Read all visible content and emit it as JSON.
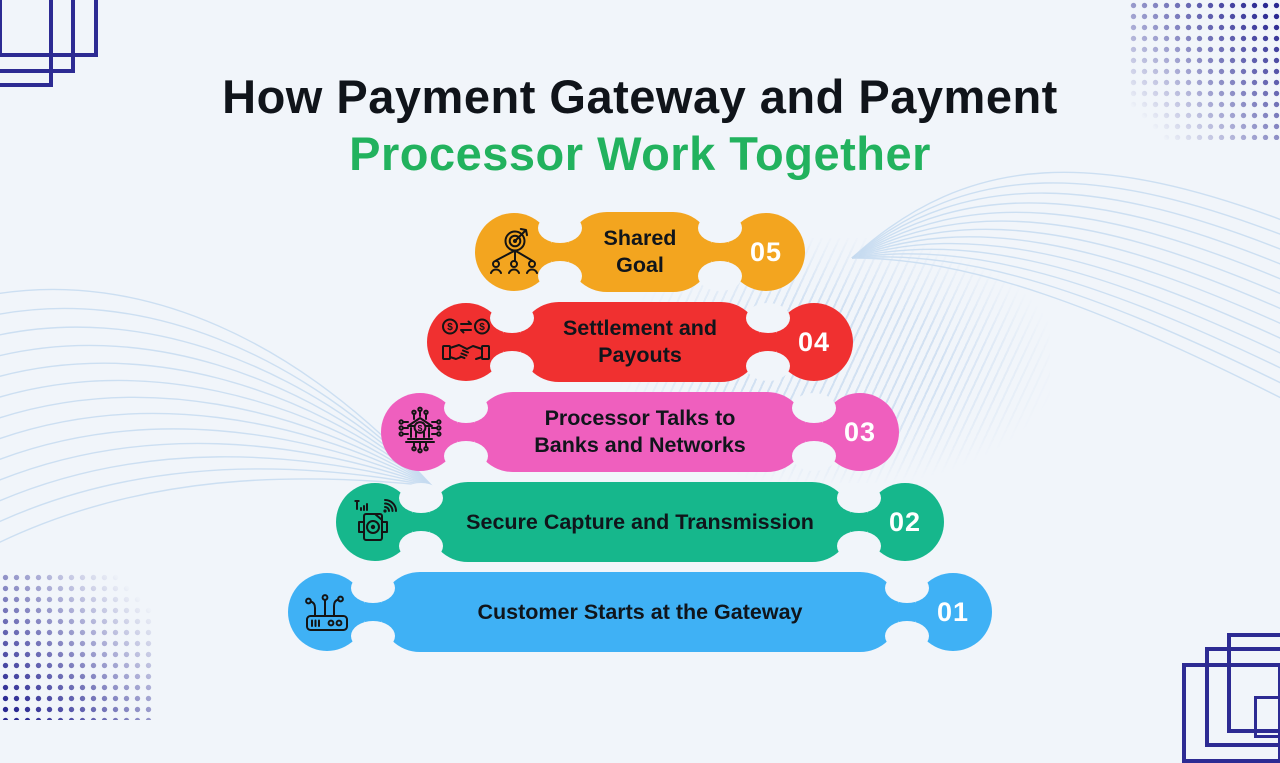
{
  "title": {
    "line1": "How Payment Gateway and Payment",
    "line2": "Processor Work Together"
  },
  "title_colors": {
    "line1": "#10141A",
    "line2": "#22B25E"
  },
  "background_color": "#F1F5FA",
  "decor": {
    "navy_accent": "#2D2B93",
    "wave_line_color": "#C6DAF0",
    "hatch_color": "#CFDFF2"
  },
  "steps": [
    {
      "number": "05",
      "label": "Shared\nGoal",
      "color": "#F3A51F",
      "icon": "team-target-icon"
    },
    {
      "number": "04",
      "label": "Settlement and\nPayouts",
      "color": "#F03030",
      "icon": "coin-exchange-handshake-icon"
    },
    {
      "number": "03",
      "label": "Processor Talks to\nBanks and Networks",
      "color": "#EF5FBE",
      "icon": "bank-network-icon"
    },
    {
      "number": "02",
      "label": "Secure Capture and Transmission",
      "color": "#16B78C",
      "icon": "secure-device-signal-icon"
    },
    {
      "number": "01",
      "label": "Customer Starts at the Gateway",
      "color": "#3FB1F5",
      "icon": "gateway-router-icon"
    }
  ]
}
